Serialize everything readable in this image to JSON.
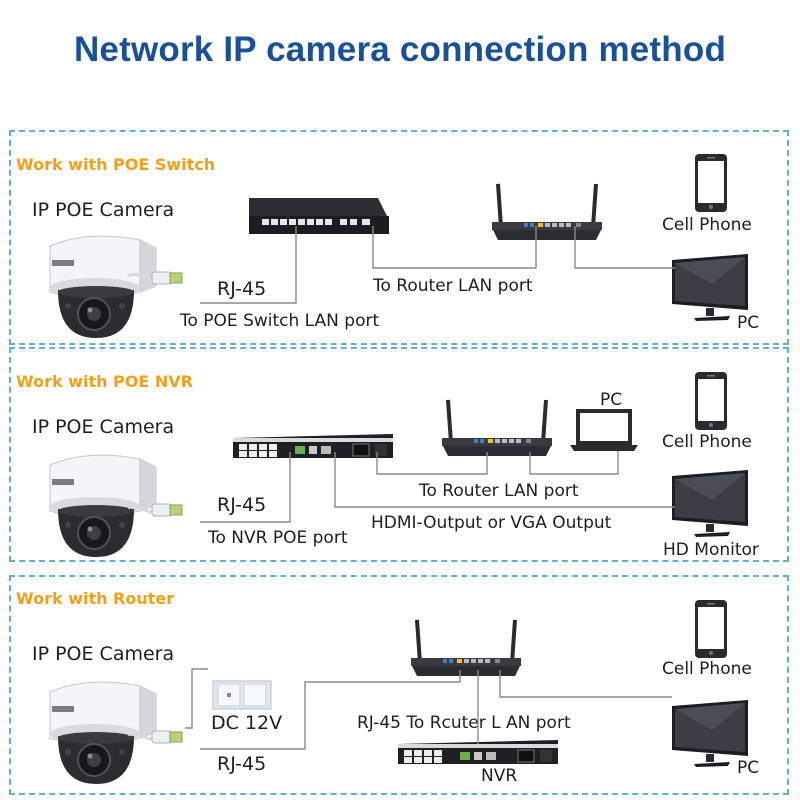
{
  "title": "Network IP camera connection method",
  "colors": {
    "title": "#1a4f9c",
    "heading": "#f2a01c",
    "border": "#5fb2c9",
    "line": "#888888"
  },
  "sections": [
    {
      "heading": "Work with POE Switch",
      "camera": "IP POE Camera",
      "rj45": "RJ-45",
      "to_lan": "To POE Switch LAN port",
      "router_lan": "To Router LAN port",
      "cell_phone": "Cell Phone",
      "pc": "PC"
    },
    {
      "heading": "Work with POE NVR",
      "camera": "IP POE Camera",
      "rj45": "RJ-45",
      "to_lan": "To NVR POE port",
      "router_lan": "To Router LAN port",
      "hdmi": "HDMI-Output or VGA Output",
      "pc": "PC",
      "cell_phone": "Cell Phone",
      "monitor": "HD Monitor"
    },
    {
      "heading": "Work with Router",
      "camera": "IP POE Camera",
      "dc": "DC 12V",
      "rj45": "RJ-45",
      "rj45_router": "RJ-45 To Rcuter L AN port",
      "nvr": "NVR",
      "cell_phone": "Cell Phone",
      "pc": "PC"
    }
  ]
}
